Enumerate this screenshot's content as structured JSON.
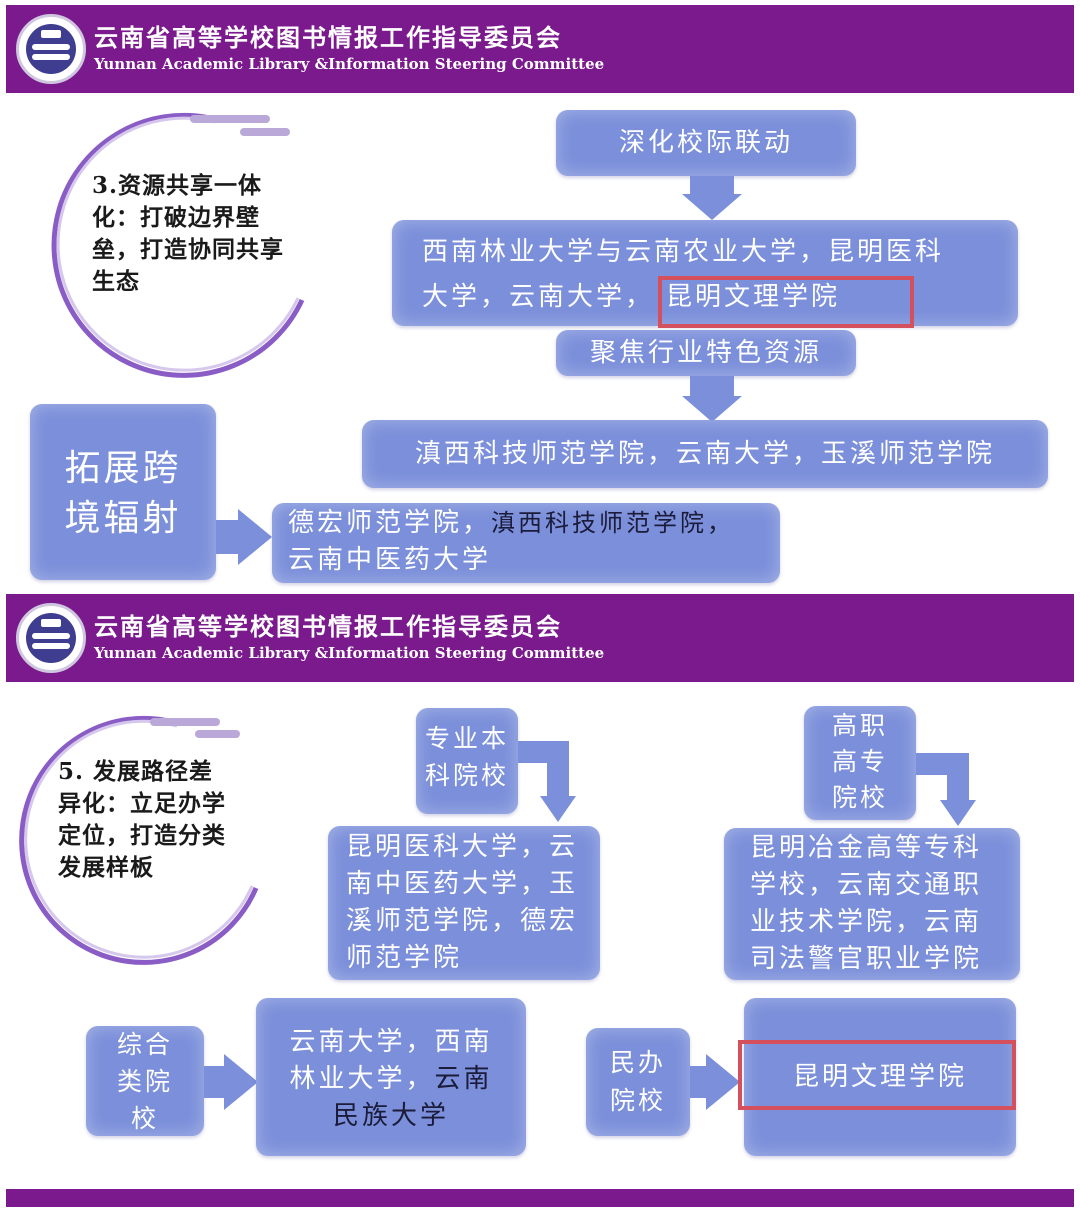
{
  "header": {
    "title_zh": "云南省高等学校图书情报工作指导委员会",
    "title_en": "Yunnan Academic Library &Information Steering Committee"
  },
  "slide1": {
    "circle_text": "3.资源共享一体化：打破边界壁垒，打造协同共享生态",
    "deepen": "深化校际联动",
    "group1_line1": "西南林业大学与云南农业大学，昆明医科",
    "group1_line2a": "大学，云南大学，",
    "group1_highlight": "昆明文理学院",
    "focus": "聚焦行业特色资源",
    "group2": "滇西科技师范学院，云南大学，玉溪师范学院",
    "expand_line1": "拓展跨",
    "expand_line2": "境辐射",
    "group3_line1a": "德宏师范学院，",
    "group3_line1b": "滇西科技师范学院，",
    "group3_line2": "云南中医药大学"
  },
  "slide2": {
    "circle_text": "5. 发展路径差异化：立足办学定位，打造分类发展样板",
    "specialized_l1": "专业本",
    "specialized_l2": "科院校",
    "specialized_list": "昆明医科大学，云南中医药大学，玉溪师范学院，德宏师范学院",
    "voc_l1": "高职",
    "voc_l2": "高专",
    "voc_l3": "院校",
    "voc_list": "昆明冶金高等专科学校，云南交通职业技术学院，云南司法警官职业学院",
    "comp_l1": "综合",
    "comp_l2": "类院",
    "comp_l3": "校",
    "comp_line1": "云南大学，西南",
    "comp_line2a": "林业大学，",
    "comp_line2b": "云南",
    "comp_line3": "民族大学",
    "private_l1": "民办",
    "private_l2": "院校",
    "private_list": "昆明文理学院"
  },
  "colors": {
    "header": "#7b1a8c",
    "box": "#7b8fda",
    "highlight": "#d4505d"
  }
}
